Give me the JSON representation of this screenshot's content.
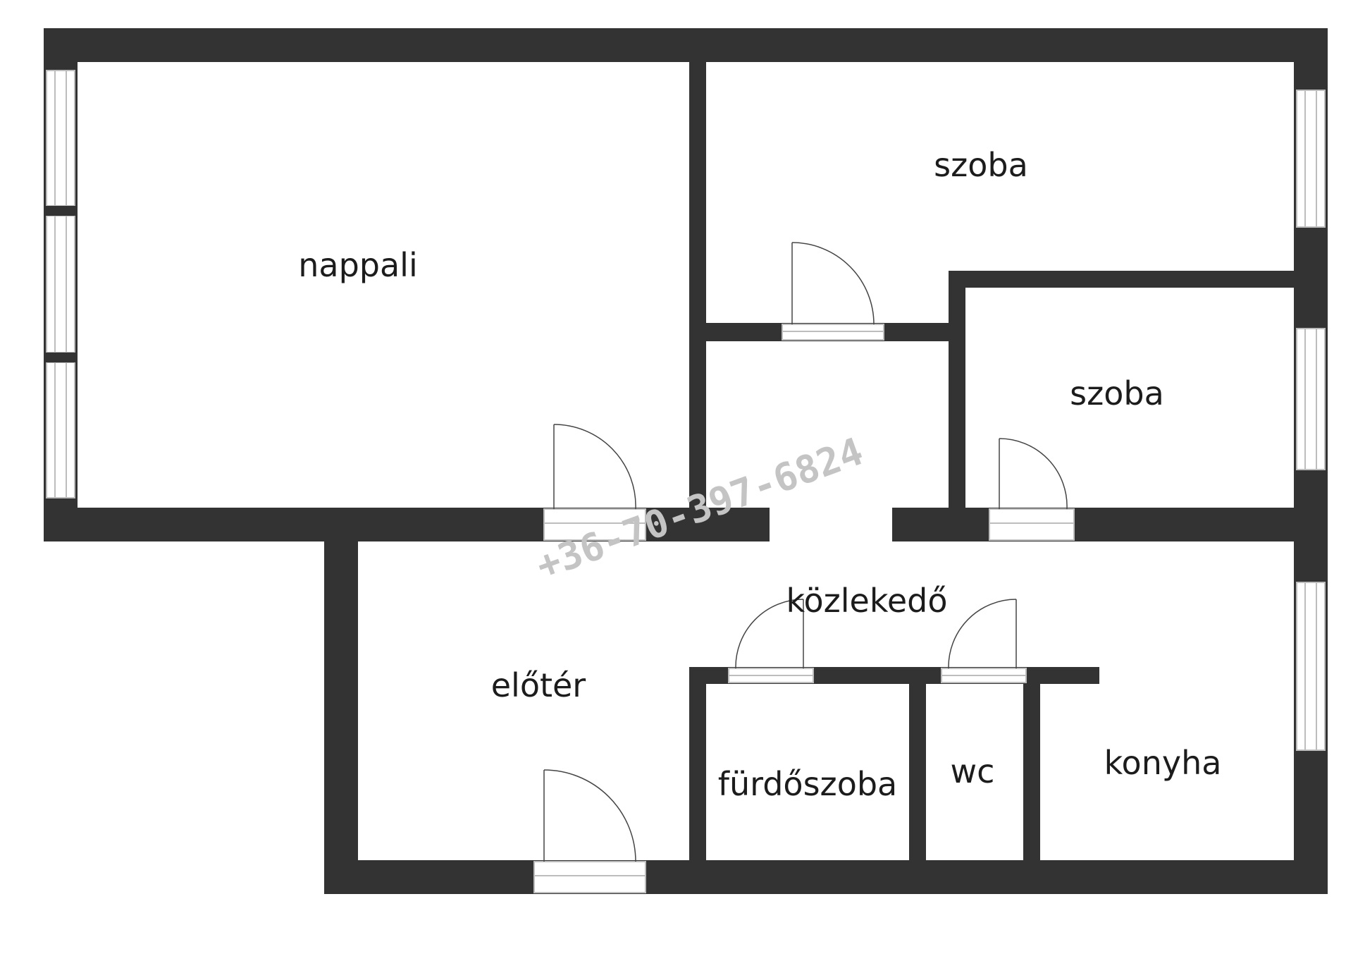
{
  "rooms": {
    "nappali": "nappali",
    "szoba_top": "szoba",
    "szoba_mid": "szoba",
    "kozlekedo": "közlekedő",
    "eloter": "előtér",
    "furdoszoba": "fürdőszoba",
    "wc": "wc",
    "konyha": "konyha"
  },
  "watermark": "+36-70-397-6824",
  "colors": {
    "wall": "#333333",
    "window": "#bdbdbd",
    "background": "#ffffff"
  }
}
